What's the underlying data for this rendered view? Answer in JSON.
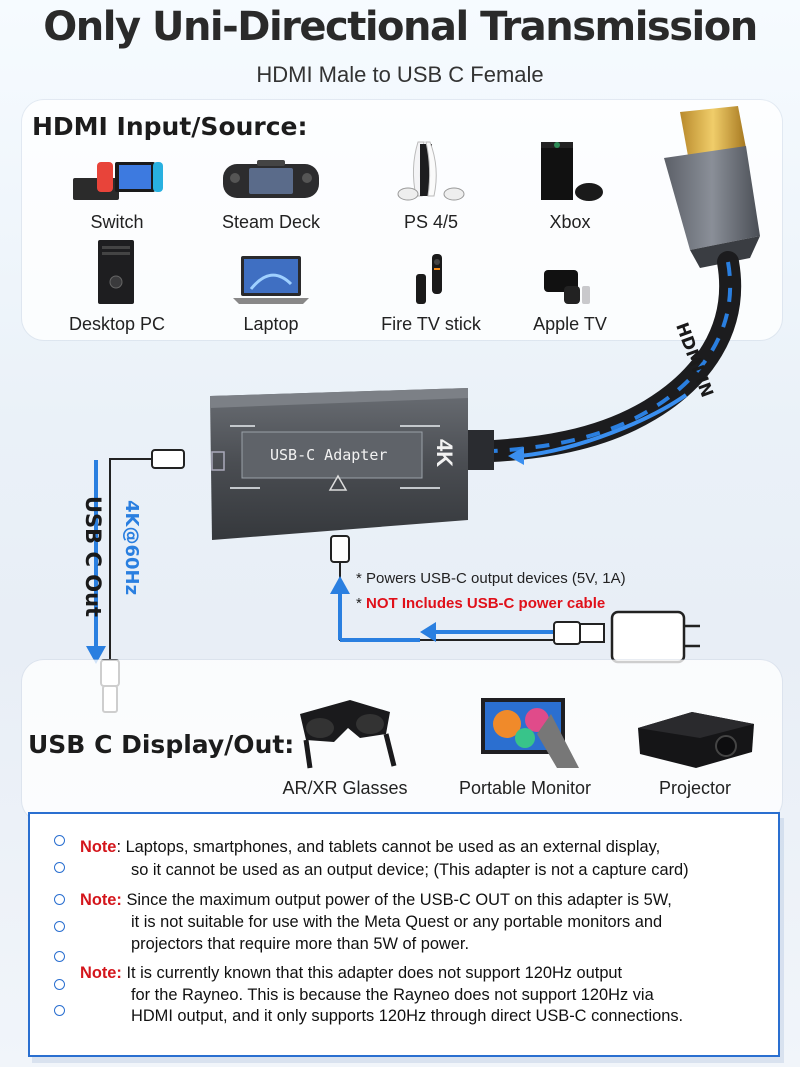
{
  "header": {
    "title": "Only Uni-Directional Transmission",
    "subtitle": "HDMI Male to USB C Female"
  },
  "input_section": {
    "heading": "HDMI Input/Source:",
    "devices": [
      {
        "label": "Switch",
        "icon": "switch-console-icon"
      },
      {
        "label": "Steam Deck",
        "icon": "steam-deck-icon"
      },
      {
        "label": "PS 4/5",
        "icon": "playstation-icon"
      },
      {
        "label": "Xbox",
        "icon": "xbox-icon"
      },
      {
        "label": "Desktop PC",
        "icon": "desktop-pc-icon"
      },
      {
        "label": "Laptop",
        "icon": "laptop-icon"
      },
      {
        "label": "Fire TV stick",
        "icon": "fire-tv-stick-icon"
      },
      {
        "label": "Apple TV",
        "icon": "apple-tv-icon"
      }
    ]
  },
  "adapter": {
    "label": "USB-C Adapter",
    "badge": "4K",
    "cable_label": "HDMI IN",
    "out_label": "USB C Out",
    "out_spec": "4K@60Hz",
    "power_note": "* Powers USB-C output devices (5V, 1A)",
    "power_warning_star": "* ",
    "power_warning": "NOT Includes USB-C power cable"
  },
  "output_section": {
    "heading": "USB C Display/Out:",
    "devices": [
      {
        "label": "AR/XR Glasses",
        "icon": "ar-glasses-icon"
      },
      {
        "label": "Portable Monitor",
        "icon": "portable-monitor-icon"
      },
      {
        "label": "Projector",
        "icon": "projector-icon"
      }
    ]
  },
  "notes": [
    {
      "prefix": "Note",
      "sep": ":",
      "lines": [
        "Laptops, smartphones, and tablets cannot be used as an external display,",
        "so it cannot be used as an output device;  (This adapter is not a capture card)"
      ]
    },
    {
      "prefix": "Note:",
      "sep": "",
      "lines": [
        "Since the maximum output power of the USB-C OUT on this adapter is 5W,",
        "it is not suitable for use with the Meta Quest or any portable monitors and",
        "projectors that require more than 5W of power."
      ]
    },
    {
      "prefix": "Note:",
      "sep": "",
      "lines": [
        "It is currently known that this adapter does not support 120Hz output",
        "for the Rayneo. This is because the Rayneo does not support 120Hz via",
        "HDMI output, and it only supports 120Hz through direct USB-C connections."
      ]
    }
  ],
  "colors": {
    "accent_blue": "#2a6fd0",
    "warning_red": "#e0101a",
    "adapter_gray": "#4a4d52"
  }
}
